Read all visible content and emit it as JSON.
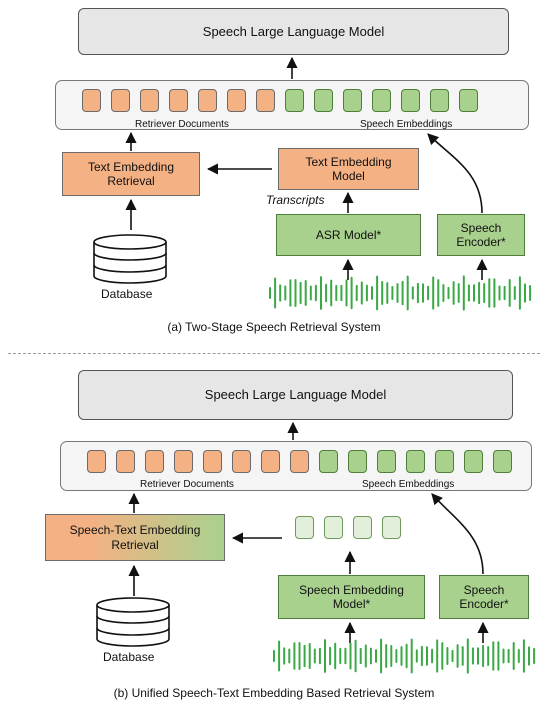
{
  "panel_a": {
    "llm_label": "Speech Large Language Model",
    "retriever_docs_label": "Retriever Documents",
    "speech_embeddings_label": "Speech Embeddings",
    "text_embedding_retrieval_label": "Text Embedding\nRetrieval",
    "text_embedding_model_label": "Text Embedding\nModel",
    "transcripts_label": "Transcripts",
    "asr_model_label": "ASR Model*",
    "speech_encoder_label": "Speech\nEncoder*",
    "database_label": "Database",
    "caption": "(a) Two-Stage Speech Retrieval System"
  },
  "panel_b": {
    "llm_label": "Speech Large Language Model",
    "retriever_docs_label": "Retriever Documents",
    "speech_embeddings_label": "Speech Embeddings",
    "speech_text_retrieval_label": "Speech-Text Embedding\nRetrieval",
    "speech_embedding_model_label": "Speech Embedding\nModel*",
    "speech_encoder_label": "Speech\nEncoder*",
    "database_label": "Database",
    "caption": "(b) Unified Speech-Text Embedding Based Retrieval System"
  },
  "colors": {
    "orange": "#f4b183",
    "green": "#a9d18e",
    "light_green": "#e2efda",
    "gray": "#e6e6e6"
  }
}
